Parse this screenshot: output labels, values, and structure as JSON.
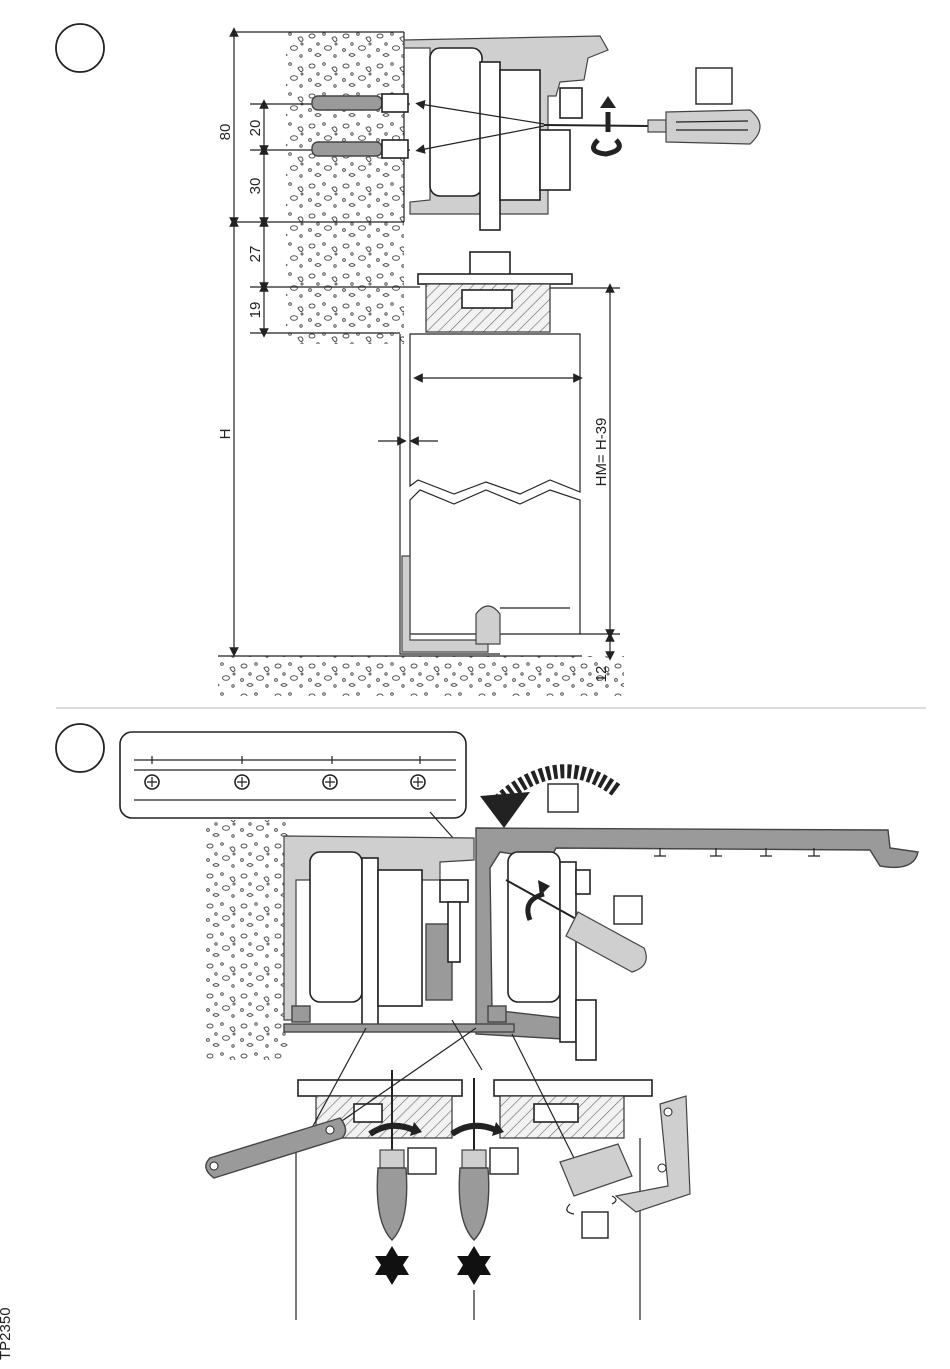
{
  "step1": {
    "dims": {
      "d80": "80",
      "d20": "20",
      "d30": "30",
      "d27": "27",
      "d19": "19",
      "dH": "H",
      "dHM": "HM= H-39",
      "d12": "12"
    }
  },
  "footer": {
    "code": "TP2350"
  }
}
